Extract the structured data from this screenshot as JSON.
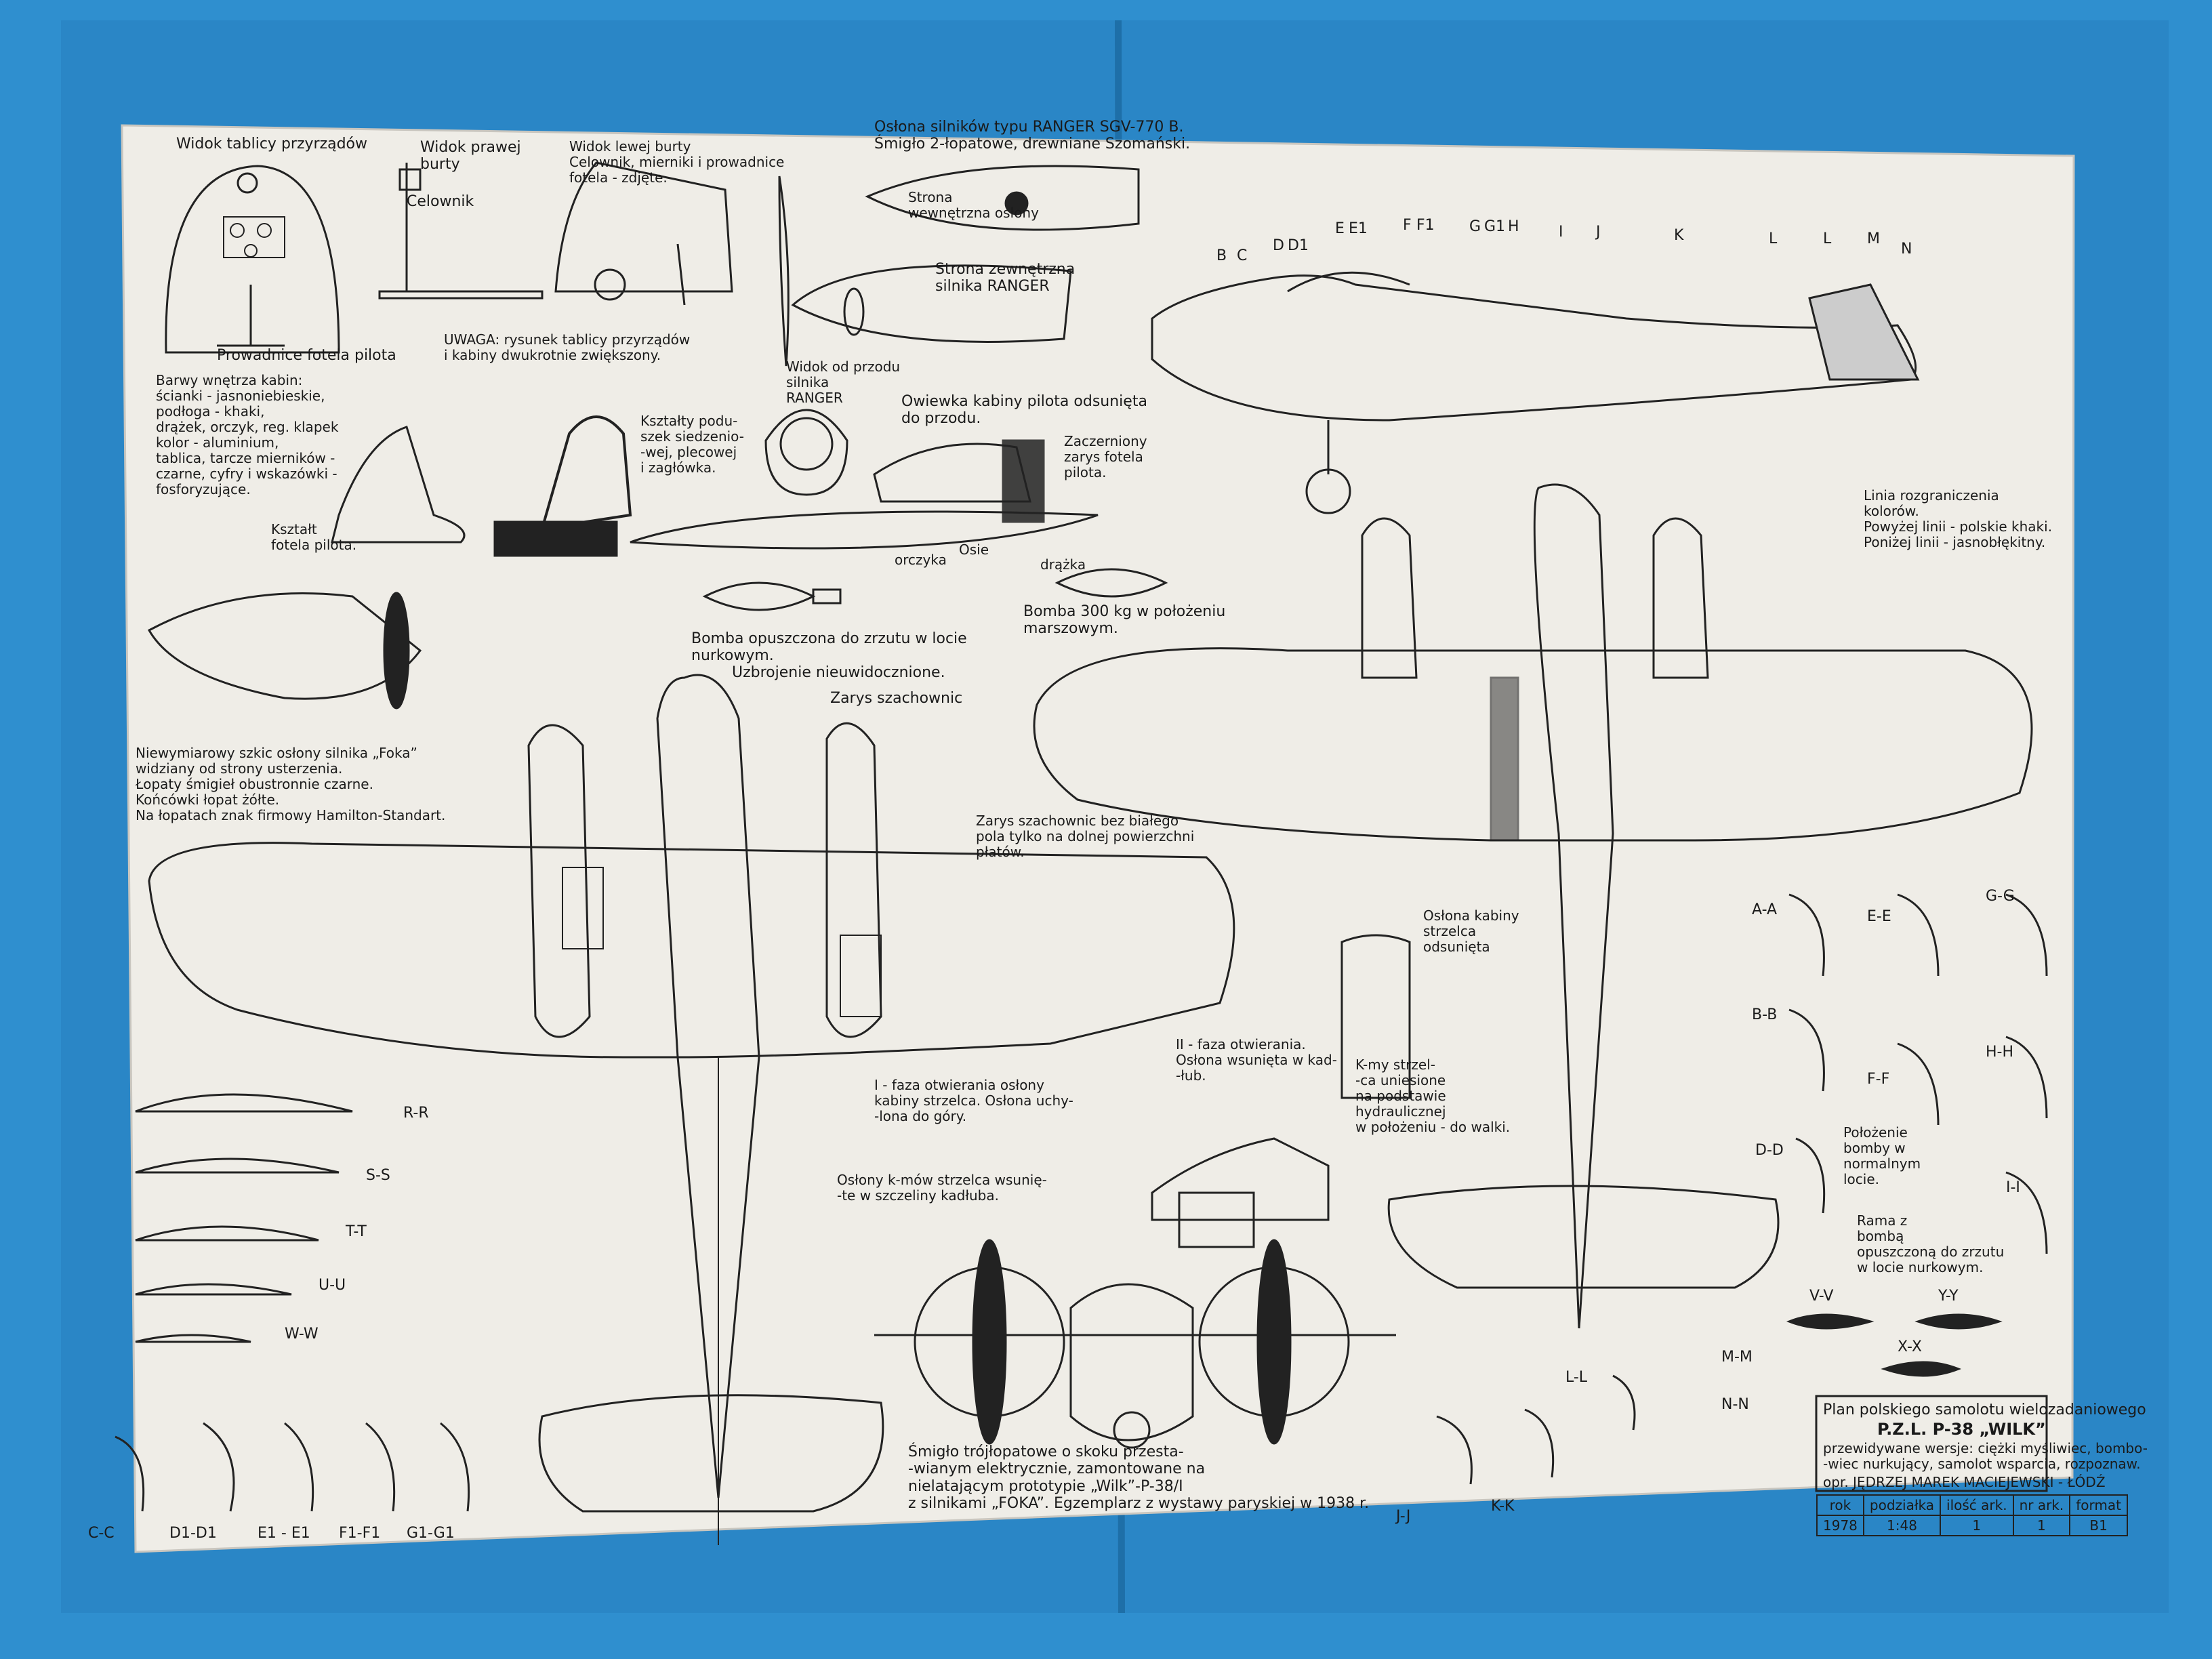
{
  "colors": {
    "background": "#2f8fcf",
    "paper": "#efede7",
    "ink": "#1a1a1a"
  },
  "labels": {
    "instrument_panel": "Widok tablicy przyrządów",
    "right_side": "Widok prawej\nburty",
    "celownik": "Celownik",
    "left_side": "Widok lewej burty\nCelownik, mierniki i prowadnice\nfotela - zdjęte.",
    "engine_cover": "Osłona silników typu RANGER SGV-770 B.\nŚmigło 2-łopatowe, drewniane Szomański.",
    "inner_cover": "Strona\nwewnętrzna osłony",
    "outer_side": "Strona zewnętrzna\nsilnika RANGER",
    "pilot_seat_rails": "Prowadnice fotela pilota",
    "uwaga": "UWAGA: rysunek tablicy przyrządów\ni kabiny dwukrotnie zwiększony.",
    "front_view_engine": "Widok od przodu\nsilnika\nRANGER",
    "cabin_colors": "Barwy wnętrza kabin:\nścianki - jasnoniebieskie,\npodłoga - khaki,\ndrążek, orczyk, reg. klapek\nkolor - aluminium,\ntablica, tarcze mierników -\nczarne, cyfry i wskazówki -\nfosforyzujące.",
    "cushions": "Kształty podu-\nszek siedzenio-\n-wej, plecowej\ni zagłówka.",
    "canopy_slid": "Owiewka kabiny pilota odsunięta\ndo przodu.",
    "seat_outline": "Zaczerniony\nzarys fotela\npilota.",
    "seat_shape": "Kształt\nfotela pilota.",
    "orczyk": "orczyka",
    "osie": "Osie",
    "drazka": "drążka",
    "bomb_cruise": "Bomba 300 kg w położeniu\nmarszowym.",
    "bomb_dive": "Bomba opuszczona do zrzutu w locie\nnurkowym.",
    "armament": "Uzbrojenie nieuwidocznione.",
    "checkerboard": "Zarys szachownic",
    "foka_sketch": "Niewymiarowy szkic osłony silnika „Foka”\nwidziany od strony usterzenia.\nŁopaty śmigieł obustronnie czarne.\nKońcówki łopat żółte.\nNa łopatach znak firmowy Hamilton-Standart.",
    "checkerboard_white": "Zarys szachownic bez białego\npola tylko na dolnej powierzchni\npłatów.",
    "color_boundary": "Linia rozgraniczenia\nkolorów.\nPowyżej linii - polskie khaki.\nPoniżej linii - jasnobłękitny.",
    "gunner_canopy": "Osłona kabiny\nstrzelca\nodsunięta",
    "phase2": "II - faza otwierania.\nOsłona wsunięta w kad-\n-łub.",
    "gunner_mg": "K-my strzel-\n-ca uniesione\nna podstawie\nhydraulicznej\nw położeniu - do walki.",
    "phase1": "I - faza otwierania osłony\nkabiny strzelca. Osłona uchy-\n-lona do góry.",
    "gunner_guards": "Osłony k-mów strzelca wsunię-\n-te w szczeliny kadłuba.",
    "bomb_normal": "Położenie\nbomby w\nnormalnym\nlocie.",
    "bomb_frame": "Rama z\nbombą\nopuszczoną do zrzutu\nw locie nurkowym.",
    "propeller": "Śmigło trójłopatowe o skoku przesta-\n-wianym elektrycznie, zamontowane na\nnielatającym prototypie „Wilk”-P-38/I\nz silnikami „FOKA”. Egzemplarz z wystawy paryskiej w 1938 r.",
    "sections_left": [
      "R-R",
      "S-S",
      "T-T",
      "U-U",
      "W-W"
    ],
    "sections_bottom": [
      "C-C",
      "D1-D1",
      "E1 - E1",
      "F1-F1",
      "G1-G1"
    ],
    "sections_right": [
      "A-A",
      "B-B",
      "D-D",
      "E-E",
      "F-F",
      "G-G",
      "H-H",
      "I-I",
      "V-V",
      "Y-Y",
      "X-X",
      "L-L",
      "M-M",
      "N-N",
      "K-K",
      "J-J"
    ],
    "top_stations": [
      "B",
      "C",
      "D",
      "D1",
      "E",
      "E1",
      "F",
      "F1",
      "G",
      "G1",
      "H",
      "I",
      "J",
      "K",
      "L",
      "L",
      "M",
      "N"
    ]
  },
  "title_block": {
    "title": "Plan polskiego samolotu wielozadaniowego",
    "model": "P.Z.L. P-38 „WILK”",
    "variants": "przewidywane wersje: ciężki myśliwiec, bombo-\n-wiec nurkujący, samolot wsparcia, rozpoznaw.",
    "author": "opr. JĘDRZEJ MAREK MACIEJEWSKI - ŁÓDŹ",
    "headers": [
      "rok",
      "podziałka",
      "ilość ark.",
      "nr ark.",
      "format"
    ],
    "values": [
      "1978",
      "1:48",
      "1",
      "1",
      "B1"
    ]
  }
}
